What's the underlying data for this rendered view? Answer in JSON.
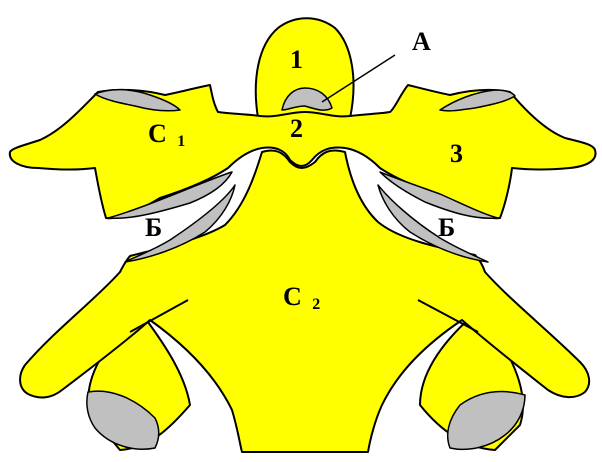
{
  "colors": {
    "bone": "#ffff00",
    "articular_surface": "#c0c0c0",
    "outline": "#000000",
    "background": "#ffffff"
  },
  "labels": {
    "a": "А",
    "b_left": "Б",
    "b_right": "Б",
    "one": "1",
    "two": "2",
    "three": "3",
    "c1_letter": "С",
    "c1_sub": "1",
    "c2_letter": "С",
    "c2_sub": "2"
  }
}
